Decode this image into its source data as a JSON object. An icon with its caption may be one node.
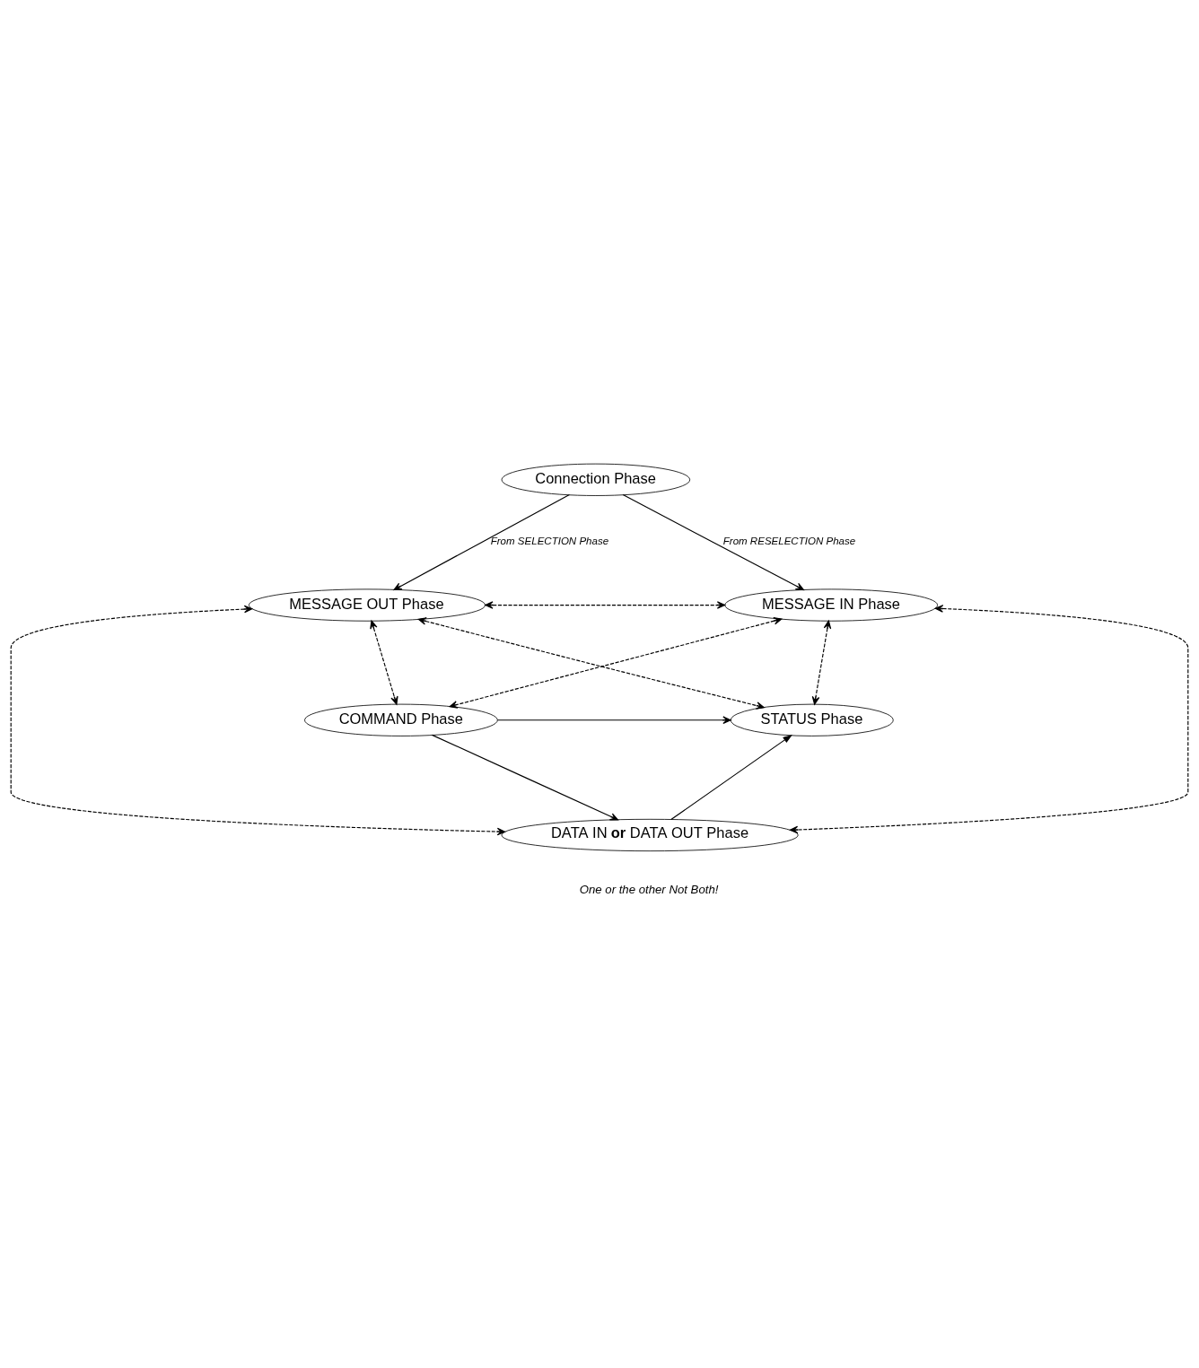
{
  "diagram": {
    "nodes": [
      {
        "text": [
          "Connection Phase"
        ]
      },
      {
        "text": [
          "MESSAGE OUT Phase"
        ]
      },
      {
        "text": [
          "MESSAGE IN Phase"
        ]
      },
      {
        "text": [
          "COMMAND Phase"
        ]
      },
      {
        "text": [
          "STATUS Phase"
        ]
      },
      {
        "text": [
          "DATA IN **or** DATA OUT Phase"
        ],
        "beside": [
          "One or the other Not Both!"
        ]
      }
    ],
    "edges": [
      {
        "from": 0,
        "to": 1,
        "arrow": "to",
        "label": "From SELECTION Phase"
      },
      {
        "from": 0,
        "to": 2,
        "arrow": "to",
        "label": "From RESELECTION Phase"
      },
      {
        "from": 1,
        "to": 2,
        "arrow": "both",
        "style": "dashed"
      },
      {
        "from": 1,
        "to": 3,
        "arrow": "both",
        "style": "dashed"
      },
      {
        "from": 1,
        "to": 5,
        "arrow": "both",
        "style": "dashed"
      },
      {
        "from": 1,
        "to": 4,
        "arrow": "both",
        "style": "dashed"
      },
      {
        "from": 3,
        "to": 2,
        "arrow": "both",
        "style": "dashed"
      },
      {
        "from": 5,
        "to": 2,
        "arrow": "both",
        "style": "dashed"
      },
      {
        "from": 2,
        "to": 4,
        "arrow": "both",
        "style": "dashed"
      },
      {
        "from": 3,
        "to": 4,
        "arrow": "to"
      },
      {
        "from": 3,
        "to": 5,
        "arrow": "to"
      },
      {
        "from": 5,
        "to": 4,
        "arrow": "to"
      }
    ]
  }
}
